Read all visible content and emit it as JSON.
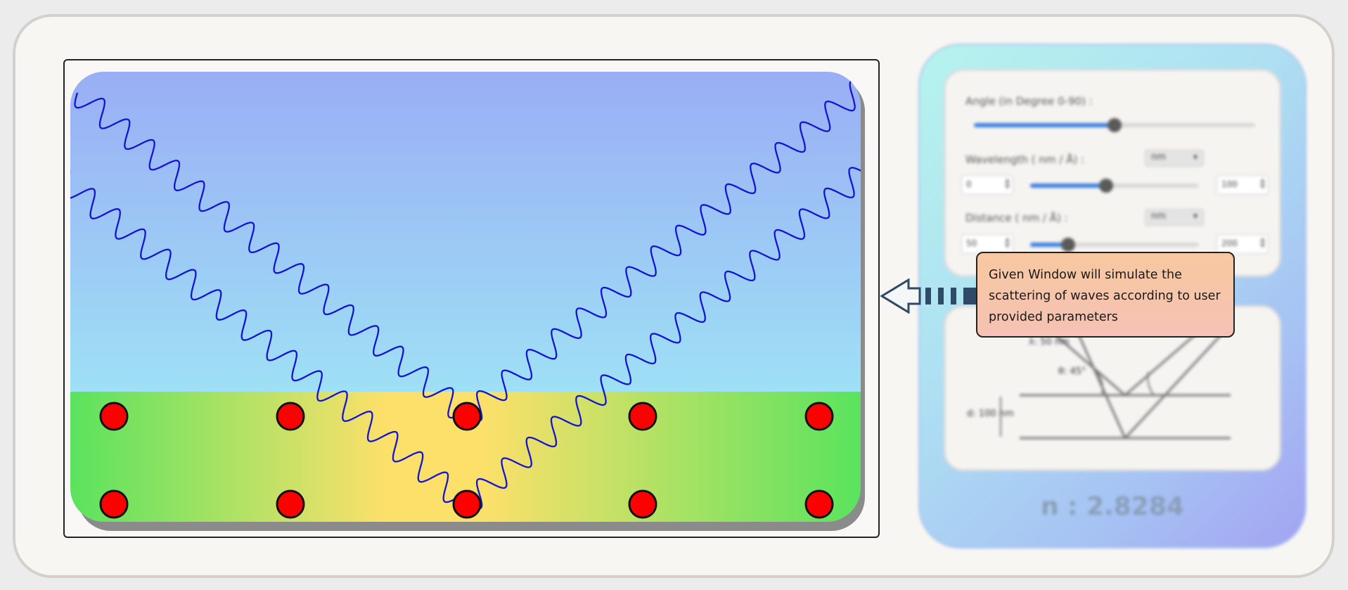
{
  "simulation": {
    "lattice_rows": 2,
    "lattice_cols": 5,
    "atom_color": "#ff0000",
    "wave_color": "#1414d2",
    "sky_gradient": [
      "#9aaef5",
      "#9ee0f5"
    ],
    "ground_gradient": [
      "#5ae35e",
      "#fde06a"
    ]
  },
  "controls": {
    "angle_label": "Angle (in Degree 0-90) :",
    "angle_fraction": 0.5,
    "wavelength_label": "Wavelength ( nm / Å) :",
    "wavelength_unit": "nm",
    "wavelength_min": "0",
    "wavelength_max": "100",
    "wavelength_fraction": 0.45,
    "distance_label": "Distance ( nm / Å) :",
    "distance_unit": "nm",
    "distance_min": "50",
    "distance_max": "200",
    "distance_fraction": 0.22
  },
  "diagram": {
    "wavelength_text": "λ: 50 nm",
    "angle_text": "θ: 45°",
    "distance_text": "d: 100 nm"
  },
  "result": {
    "n_text": "n : 2.8284"
  },
  "callout": {
    "lines": [
      " Given Window will simulate the",
      "scattering of waves according to user",
      "provided parameters"
    ],
    "arrow_color": "#2f4a66"
  }
}
